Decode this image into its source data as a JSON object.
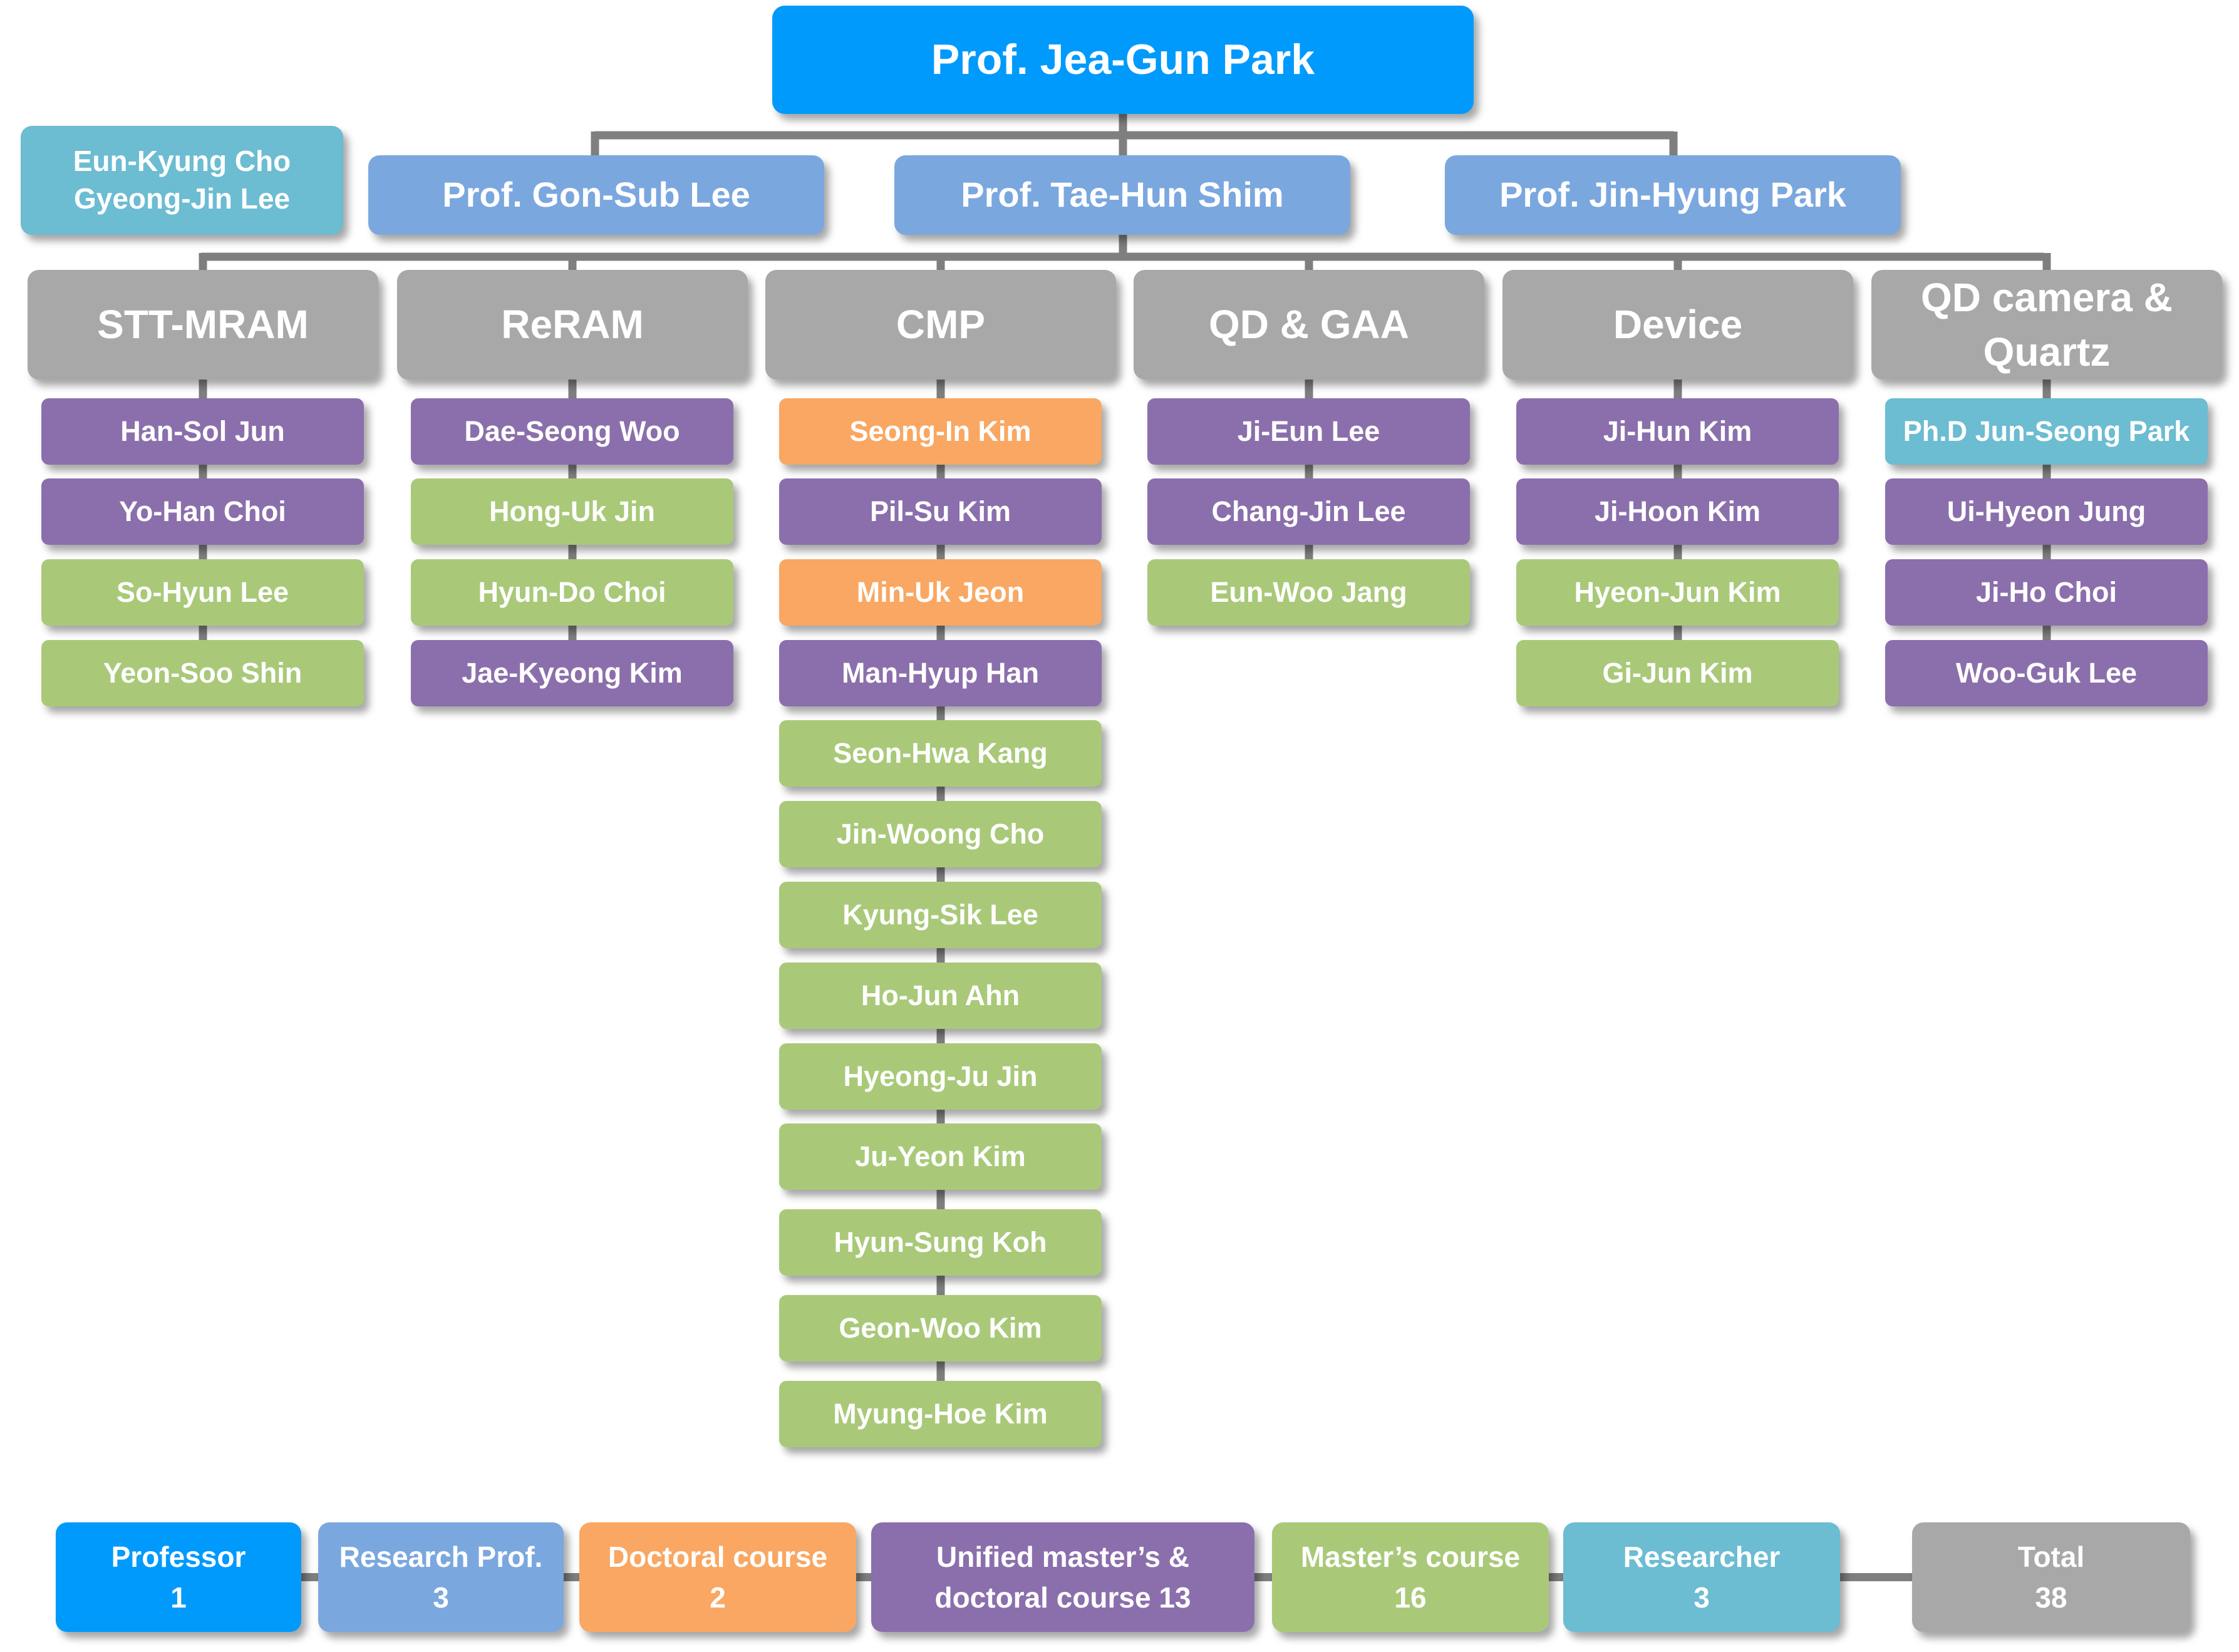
{
  "colors": {
    "professor": "#009afc",
    "research_prof": "#7ba7df",
    "doctoral": "#f9a762",
    "unified": "#8b6fac",
    "masters": "#a9c979",
    "researcher": "#6cbcd2",
    "group": "#a8a8a8",
    "connector": "#7f7f7f"
  },
  "head": {
    "name": "Prof. Jea-Gun Park"
  },
  "staff": {
    "names": "Eun-Kyung Cho\nGyeong-Jin Lee"
  },
  "research_profs": [
    {
      "name": "Prof. Gon-Sub Lee"
    },
    {
      "name": "Prof. Tae-Hun Shim"
    },
    {
      "name": "Prof. Jin-Hyung Park"
    }
  ],
  "groups": [
    {
      "title": "STT-MRAM",
      "members": [
        {
          "name": "Han-Sol Jun",
          "type": "unified"
        },
        {
          "name": "Yo-Han Choi",
          "type": "unified"
        },
        {
          "name": "So-Hyun Lee",
          "type": "masters"
        },
        {
          "name": "Yeon-Soo Shin",
          "type": "masters"
        }
      ]
    },
    {
      "title": "ReRAM",
      "members": [
        {
          "name": "Dae-Seong Woo",
          "type": "unified"
        },
        {
          "name": "Hong-Uk Jin",
          "type": "masters"
        },
        {
          "name": "Hyun-Do Choi",
          "type": "masters"
        },
        {
          "name": "Jae-Kyeong Kim",
          "type": "unified"
        }
      ]
    },
    {
      "title": "CMP",
      "members": [
        {
          "name": "Seong-In Kim",
          "type": "doctoral"
        },
        {
          "name": "Pil-Su Kim",
          "type": "unified"
        },
        {
          "name": "Min-Uk Jeon",
          "type": "doctoral"
        },
        {
          "name": "Man-Hyup Han",
          "type": "unified"
        },
        {
          "name": "Seon-Hwa Kang",
          "type": "masters"
        },
        {
          "name": "Jin-Woong Cho",
          "type": "masters"
        },
        {
          "name": "Kyung-Sik Lee",
          "type": "masters"
        },
        {
          "name": "Ho-Jun Ahn",
          "type": "masters"
        },
        {
          "name": "Hyeong-Ju Jin",
          "type": "masters"
        },
        {
          "name": "Ju-Yeon Kim",
          "type": "masters"
        },
        {
          "name": "Hyun-Sung Koh",
          "type": "masters"
        },
        {
          "name": "Geon-Woo Kim",
          "type": "masters"
        },
        {
          "name": "Myung-Hoe Kim",
          "type": "masters"
        }
      ]
    },
    {
      "title": "QD & GAA",
      "members": [
        {
          "name": "Ji-Eun Lee",
          "type": "unified"
        },
        {
          "name": "Chang-Jin Lee",
          "type": "unified"
        },
        {
          "name": "Eun-Woo Jang",
          "type": "masters"
        }
      ]
    },
    {
      "title": "Device",
      "members": [
        {
          "name": "Ji-Hun Kim",
          "type": "unified"
        },
        {
          "name": "Ji-Hoon Kim",
          "type": "unified"
        },
        {
          "name": "Hyeon-Jun Kim",
          "type": "masters"
        },
        {
          "name": "Gi-Jun Kim",
          "type": "masters"
        }
      ]
    },
    {
      "title": "QD camera &\nQuartz",
      "members": [
        {
          "name": "Ph.D Jun-Seong Park",
          "type": "researcher"
        },
        {
          "name": "Ui-Hyeon Jung",
          "type": "unified"
        },
        {
          "name": "Ji-Ho Choi",
          "type": "unified"
        },
        {
          "name": "Woo-Guk Lee",
          "type": "unified"
        }
      ]
    }
  ],
  "legend": [
    {
      "label": "Professor",
      "count": "1",
      "type": "professor"
    },
    {
      "label": "Research Prof.",
      "count": "3",
      "type": "research"
    },
    {
      "label": "Doctoral course",
      "count": "2",
      "type": "doctoral"
    },
    {
      "label": "Unified master’s &",
      "count": "doctoral course 13",
      "type": "unified"
    },
    {
      "label": "Master’s course",
      "count": "16",
      "type": "masters"
    },
    {
      "label": "Researcher",
      "count": "3",
      "type": "researcher"
    },
    {
      "label": "Total",
      "count": "38",
      "type": "total"
    }
  ]
}
